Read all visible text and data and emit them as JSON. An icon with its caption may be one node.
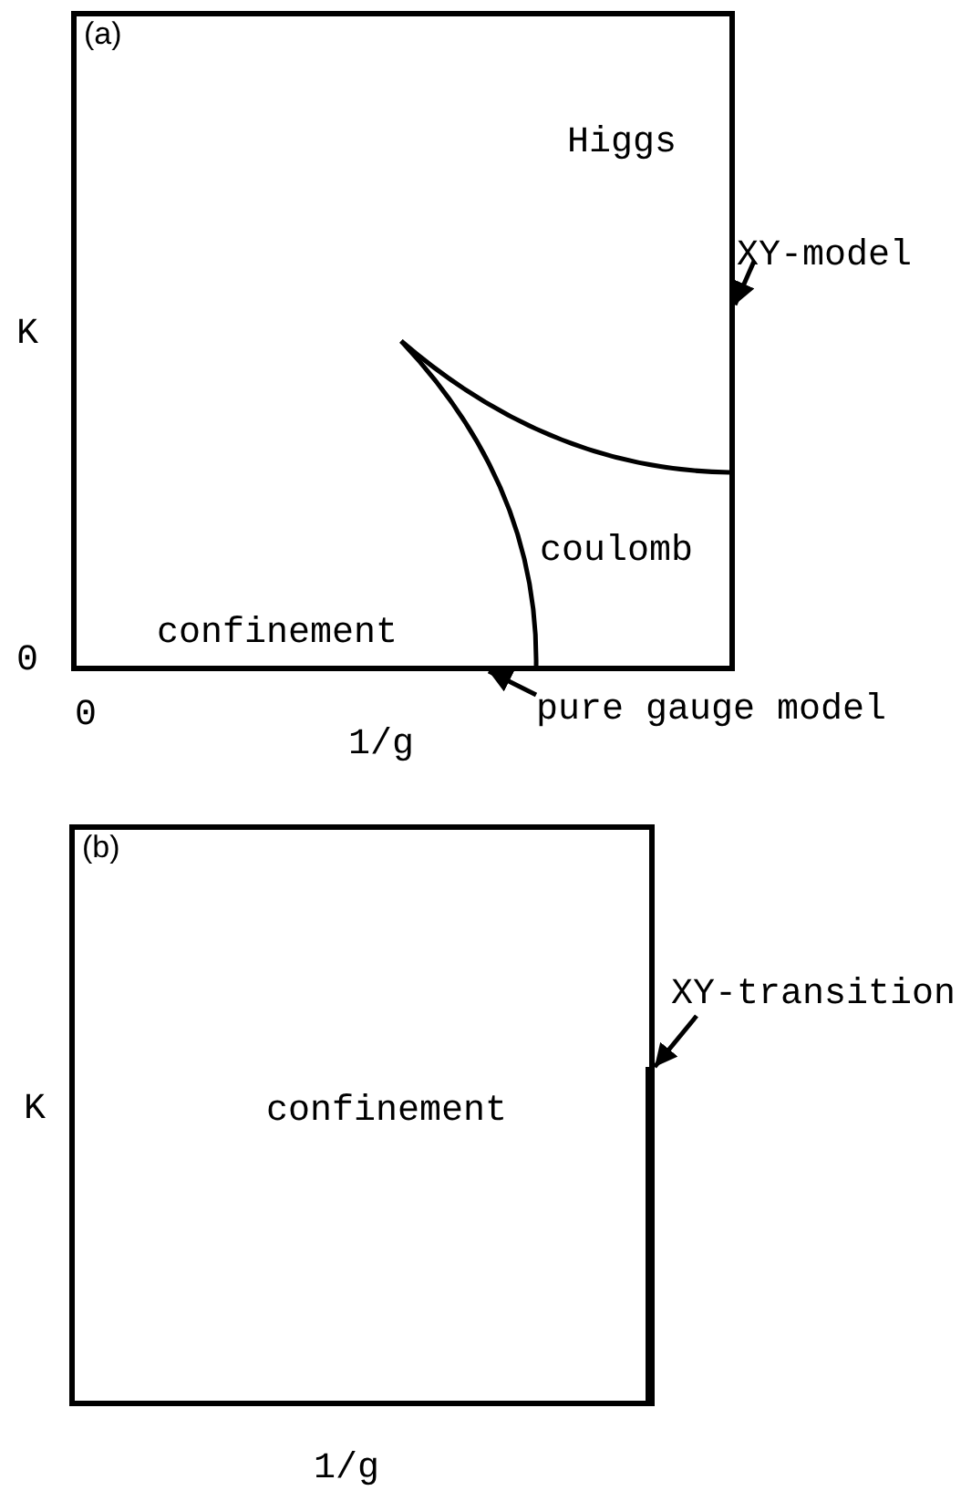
{
  "diagram": {
    "nodes": [
      {
        "text": [
          "(a)"
        ]
      },
      {
        "text": [
          "XY-model"
        ]
      },
      {
        "text": [
          "pure gauge model"
        ]
      },
      {
        "text": [
          "(b)"
        ]
      },
      {
        "text": [
          "XY-transition"
        ]
      },
      {
        "text": [],
        "shape": "bar",
        "in": 3
      }
    ],
    "edges": [
      {
        "from": 1,
        "to": 0,
        "arrow": "to"
      },
      {
        "from": 2,
        "to": 0,
        "arrow": "to"
      },
      {
        "from": 4,
        "to": 5,
        "arrow": "to"
      }
    ],
    "labels": [
      "Higgs",
      "K",
      "coulomb",
      "0",
      "confinement",
      "0",
      "1/g",
      "K",
      "confinement",
      "1/g"
    ]
  }
}
